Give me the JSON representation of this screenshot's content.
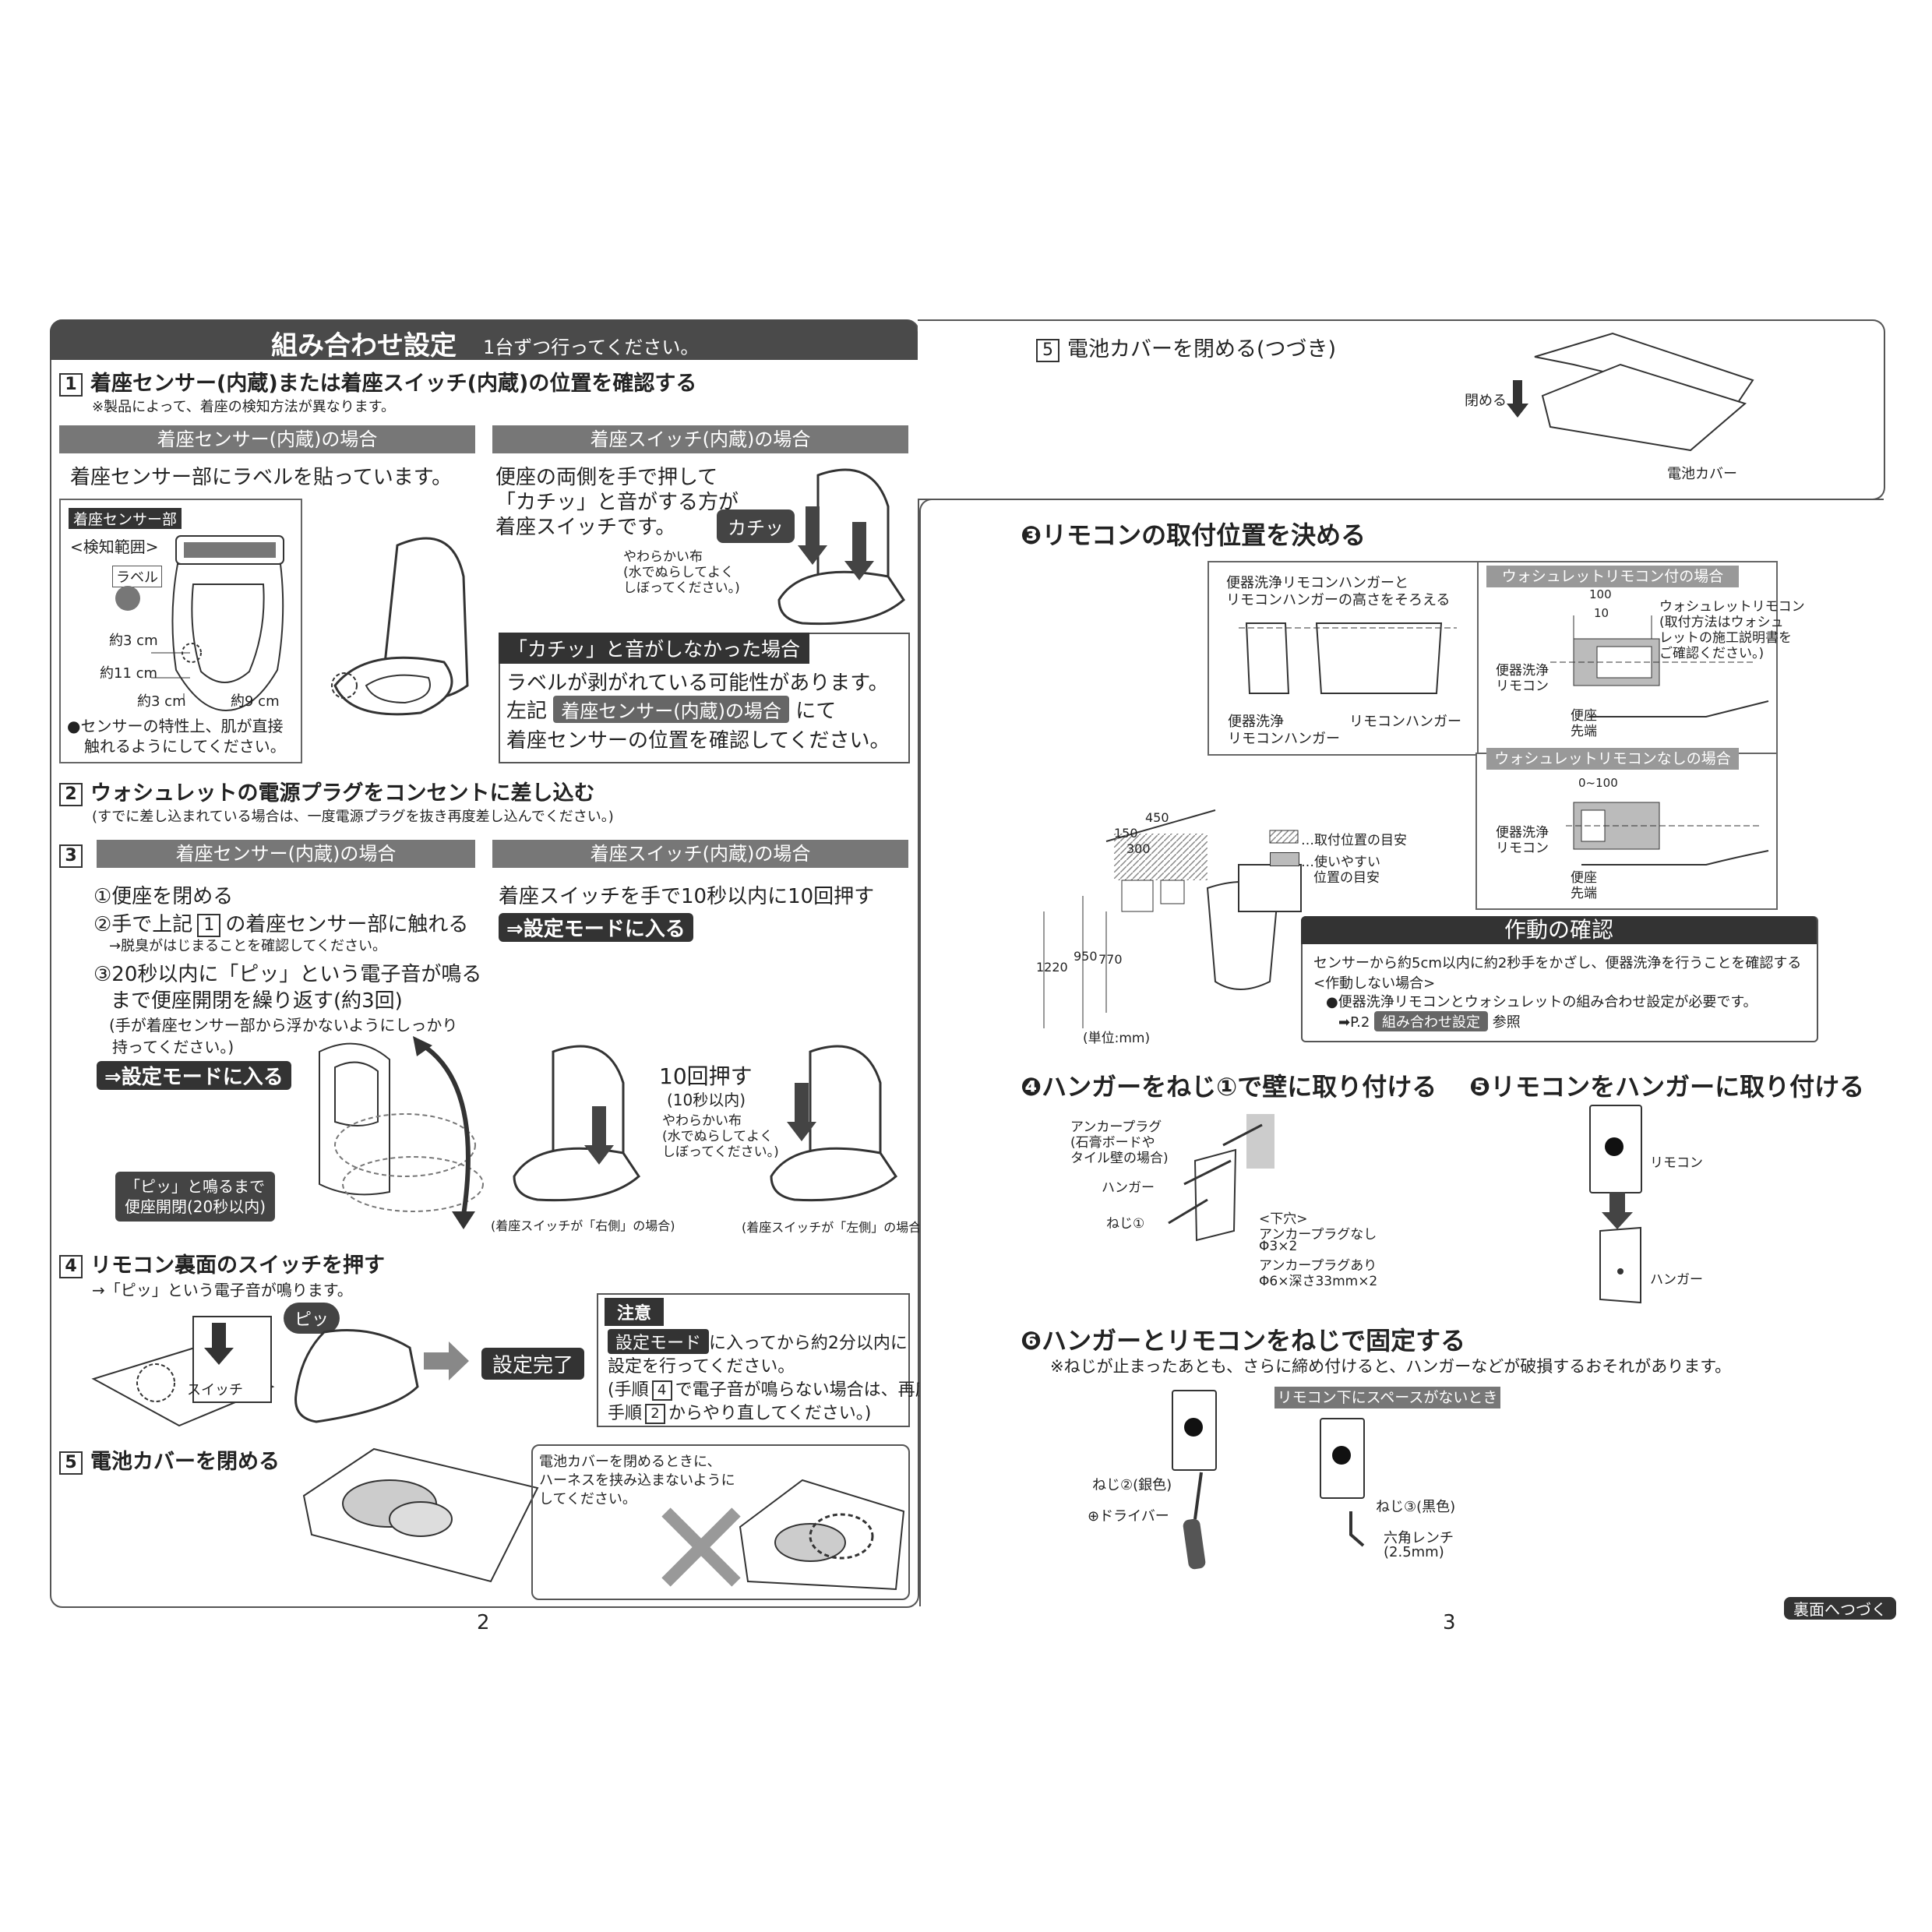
{
  "left": {
    "title": "組み合わせ設定",
    "title_sub": "1台ずつ行ってください。",
    "step1": {
      "num": "1",
      "title": "着座センサー(内蔵)または着座スイッチ(内蔵)の位置を確認する",
      "note": "※製品によって、着座の検知方法が異なります。"
    },
    "sensor_head": "着座センサー(内蔵)の場合",
    "switch_head": "着座スイッチ(内蔵)の場合",
    "sensor_text": "着座センサー部にラベルを貼っています。",
    "sensor_fig": {
      "tag": "着座センサー部",
      "range": "<検知範囲>",
      "label": "ラベル",
      "d1": "約3 cm",
      "d2": "約11 cm",
      "d3": "約3 cm",
      "d4": "約9 cm",
      "bullet": "●センサーの特性上、肌が直接",
      "bullet2": "触れるようにしてください。"
    },
    "switch_text1": "便座の両側を手で押して",
    "switch_text2": "「カチッ」と音がする方が",
    "switch_text3": "着座スイッチです。",
    "kachi": "カチッ",
    "cloth1": "やわらかい布",
    "cloth2": "(水でぬらしてよく",
    "cloth3": "しぼってください。)",
    "nosound_head": "「カチッ」と音がしなかった場合",
    "nosound1": "ラベルが剥がれている可能性があります。",
    "nosound2a": "左記",
    "nosound2tag": "着座センサー(内蔵)の場合",
    "nosound2b": "にて",
    "nosound3": "着座センサーの位置を確認してください。",
    "step2": {
      "num": "2",
      "title": "ウォシュレットの電源プラグをコンセントに差し込む",
      "note": "(すでに差し込まれている場合は、一度電源プラグを抜き再度差し込んでください。)"
    },
    "step3": {
      "num": "3"
    },
    "s3a1": "①便座を閉める",
    "s3a2a": "②手で上記",
    "s3a2num": "1",
    "s3a2b": "の着座センサー部に触れる",
    "s3a2note": "→脱臭がはじまることを確認してください。",
    "s3a3a": "③20秒以内に「ピッ」という電子音が鳴る",
    "s3a3b": "まで便座開閉を繰り返す(約3回)",
    "s3a3n1": "(手が着座センサー部から浮かないようにしっかり",
    "s3a3n2": "持ってください。)",
    "setmode": "⇒設定モードに入る",
    "pi_bubble1": "「ピッ」と鳴るまで",
    "pi_bubble2": "便座開閉(20秒以内)",
    "s3b1": "着座スイッチを手で10秒以内に10回押す",
    "push10": "10回押す",
    "push10s": "(10秒以内)",
    "right_case": "(着座スイッチが「右側」の場合)",
    "left_case": "(着座スイッチが「左側」の場合)",
    "step4": {
      "num": "4",
      "title": "リモコン裏面のスイッチを押す",
      "note": "→「ピッ」という電子音が鳴ります。"
    },
    "switch_lbl": "スイッチ",
    "pi": "ピッ",
    "done": "設定完了",
    "caution": {
      "head": "注意",
      "tag": "設定モード",
      "l1": "に入ってから約2分以内に",
      "l2": "設定を行ってください。",
      "l3a": "(手順",
      "l3num": "4",
      "l3b": "で電子音が鳴らない場合は、再度",
      "l4a": "手順",
      "l4num": "2",
      "l4b": "からやり直してください。)"
    },
    "step5": {
      "num": "5",
      "title": "電池カバーを閉める"
    },
    "harness1": "電池カバーを閉めるときに、",
    "harness2": "ハーネスを挟み込まないように",
    "harness3": "してください。",
    "page": "2"
  },
  "right": {
    "step5c": {
      "num": "5",
      "title": "電池カバーを閉める(つづき)"
    },
    "close": "閉める",
    "cover": "電池カバー",
    "s3title": "❸リモコンの取付位置を決める",
    "hanger_note1": "便器洗浄リモコンハンガーと",
    "hanger_note2": "リモコンハンガーの高さをそろえる",
    "hanger_l1": "便器洗浄",
    "hanger_l2": "リモコンハンガー",
    "hanger_r": "リモコンハンガー",
    "with_head": "ウォシュレットリモコン付の場合",
    "with_100": "100",
    "with_10": "10",
    "with_rc1": "ウォシュレットリモコン",
    "with_rc2": "(取付方法はウォシュ",
    "with_rc3": "レットの施工説明書を",
    "with_rc4": "ご確認ください。)",
    "bk1": "便器洗浄",
    "bk2": "リモコン",
    "seat1": "便座",
    "seat2": "先端",
    "without_head": "ウォシュレットリモコンなしの場合",
    "without_dim": "0~100",
    "legend1": "…取付位置の目安",
    "legend2a": "…使いやすい",
    "legend2b": "位置の目安",
    "dims": {
      "d150": "150",
      "d450": "450",
      "d300": "300",
      "h1220": "1220",
      "h950": "950",
      "h770": "770"
    },
    "unit": "(単位:mm)",
    "check": {
      "head": "作動の確認",
      "l1": "センサーから約5cm以内に約2秒手をかざし、便器洗浄を行うことを確認する",
      "l2": "<作動しない場合>",
      "l3": "●便器洗浄リモコンとウォシュレットの組み合わせ設定が必要です。",
      "l4a": "➡P.2",
      "l4tag": "組み合わせ設定",
      "l4b": "参照"
    },
    "s4title": "❹ハンガーをねじ①で壁に取り付ける",
    "anchor1": "アンカープラグ",
    "anchor2": "(石膏ボードや",
    "anchor3": "タイル壁の場合)",
    "hanger": "ハンガー",
    "screw1": "ねじ①",
    "lower1": "<下穴>",
    "lower2": "アンカープラグなし",
    "lower3": "Φ3×2",
    "lower4": "アンカープラグあり",
    "lower5": "Φ6×深さ33mm×2",
    "s5title": "❺リモコンをハンガーに取り付ける",
    "remocon": "リモコン",
    "hanger2": "ハンガー",
    "s6title": "❻ハンガーとリモコンをねじで固定する",
    "s6note": "※ねじが止まったあとも、さらに締め付けると、ハンガーなどが破損するおそれがあります。",
    "nospace": "リモコン下にスペースがないとき",
    "screw2": "ねじ②(銀色)",
    "driver": "⊕ドライバー",
    "screw3": "ねじ③(黒色)",
    "hex1": "六角レンチ",
    "hex2": "(2.5mm)",
    "page": "3",
    "continue": "裏面へつづく"
  }
}
